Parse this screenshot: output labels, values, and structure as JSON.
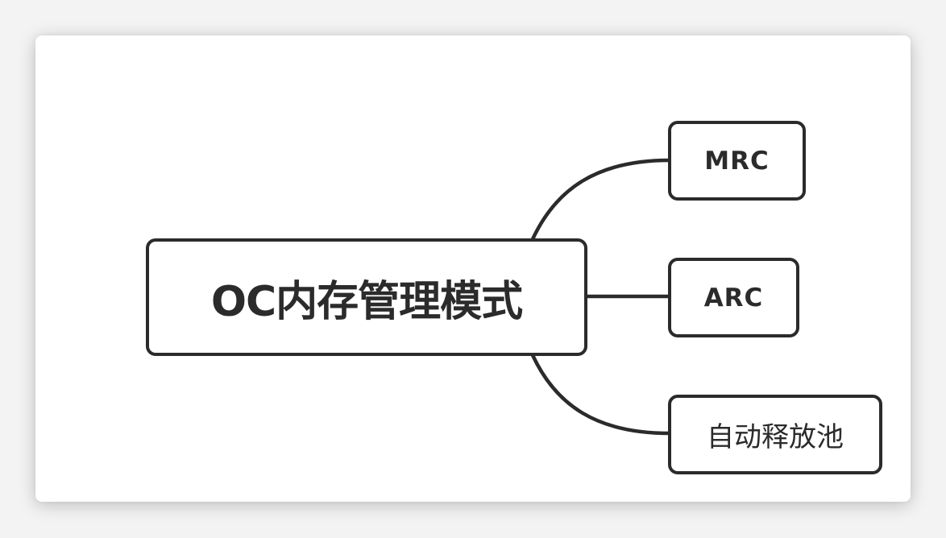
{
  "mindmap": {
    "root": {
      "label": "OC内存管理模式"
    },
    "children": [
      {
        "label": "MRC"
      },
      {
        "label": "ARC"
      },
      {
        "label": "自动释放池"
      }
    ]
  },
  "colors": {
    "stroke": "#2b2b2b",
    "node_fill": "#ffffff",
    "background": "#f3f3f3"
  }
}
